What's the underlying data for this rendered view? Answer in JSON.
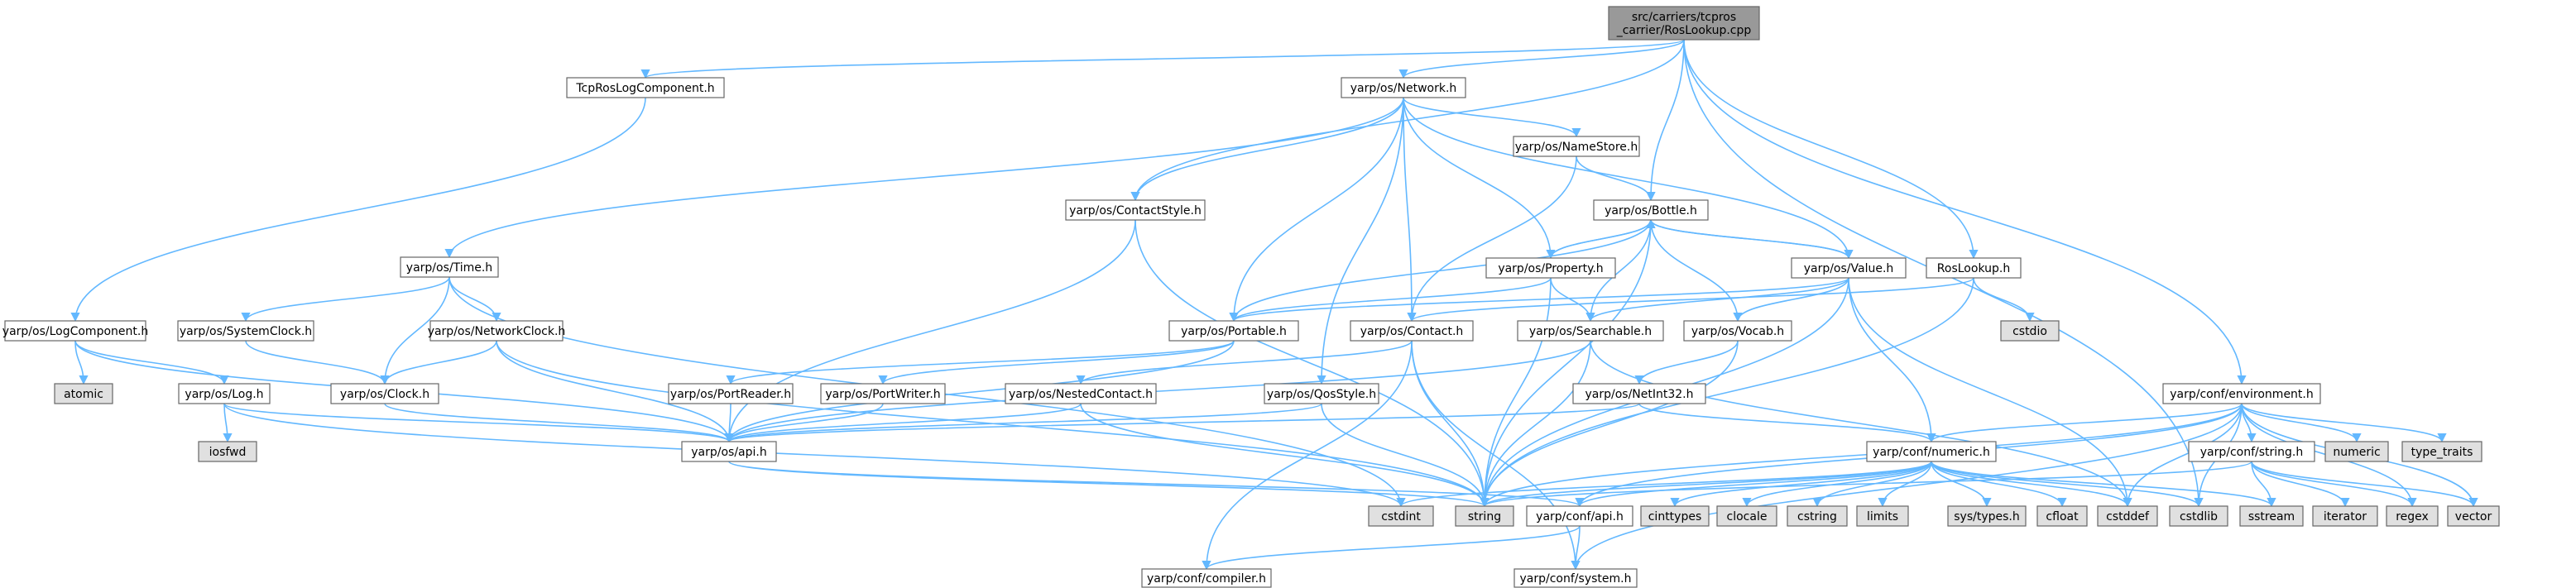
{
  "colors": {
    "background": "#ffffff",
    "edge": "#63b8ff",
    "node_fill": "#ffffff",
    "node_stroke": "#666666",
    "root_fill": "#999999",
    "external_fill": "#e0e0e0",
    "highlight_stroke": "#ff0000"
  },
  "nodes": [
    {
      "id": "root",
      "lines": [
        "src/carriers/tcpros",
        "_carrier/RosLookup.cpp"
      ],
      "kind": "root"
    },
    {
      "id": "tcp_ros_log",
      "lines": [
        "TcpRosLogComponent.h"
      ],
      "kind": "file"
    },
    {
      "id": "network",
      "lines": [
        "yarp/os/Network.h"
      ],
      "kind": "file"
    },
    {
      "id": "log_component",
      "lines": [
        "yarp/os/LogComponent.h"
      ],
      "kind": "file"
    },
    {
      "id": "atomic",
      "lines": [
        "atomic"
      ],
      "kind": "external"
    },
    {
      "id": "log",
      "lines": [
        "yarp/os/Log.h"
      ],
      "kind": "highlight"
    },
    {
      "id": "iosfwd",
      "lines": [
        "iosfwd"
      ],
      "kind": "external"
    },
    {
      "id": "time",
      "lines": [
        "yarp/os/Time.h"
      ],
      "kind": "file"
    },
    {
      "id": "system_clock",
      "lines": [
        "yarp/os/SystemClock.h"
      ],
      "kind": "file"
    },
    {
      "id": "network_clock",
      "lines": [
        "yarp/os/NetworkClock.h"
      ],
      "kind": "file"
    },
    {
      "id": "clock",
      "lines": [
        "yarp/os/Clock.h"
      ],
      "kind": "file"
    },
    {
      "id": "contact_style",
      "lines": [
        "yarp/os/ContactStyle.h"
      ],
      "kind": "file"
    },
    {
      "id": "name_store",
      "lines": [
        "yarp/os/NameStore.h"
      ],
      "kind": "file"
    },
    {
      "id": "bottle",
      "lines": [
        "yarp/os/Bottle.h"
      ],
      "kind": "file"
    },
    {
      "id": "property",
      "lines": [
        "yarp/os/Property.h"
      ],
      "kind": "file"
    },
    {
      "id": "value",
      "lines": [
        "yarp/os/Value.h"
      ],
      "kind": "file"
    },
    {
      "id": "ros_lookup",
      "lines": [
        "RosLookup.h"
      ],
      "kind": "file"
    },
    {
      "id": "cstdio",
      "lines": [
        "cstdio"
      ],
      "kind": "external"
    },
    {
      "id": "portable",
      "lines": [
        "yarp/os/Portable.h"
      ],
      "kind": "file"
    },
    {
      "id": "contact",
      "lines": [
        "yarp/os/Contact.h"
      ],
      "kind": "file"
    },
    {
      "id": "searchable",
      "lines": [
        "yarp/os/Searchable.h"
      ],
      "kind": "file"
    },
    {
      "id": "vocab",
      "lines": [
        "yarp/os/Vocab.h"
      ],
      "kind": "file"
    },
    {
      "id": "port_reader",
      "lines": [
        "yarp/os/PortReader.h"
      ],
      "kind": "file"
    },
    {
      "id": "port_writer",
      "lines": [
        "yarp/os/PortWriter.h"
      ],
      "kind": "file"
    },
    {
      "id": "nested_contact",
      "lines": [
        "yarp/os/NestedContact.h"
      ],
      "kind": "file"
    },
    {
      "id": "qos_style",
      "lines": [
        "yarp/os/QosStyle.h"
      ],
      "kind": "file"
    },
    {
      "id": "netint32",
      "lines": [
        "yarp/os/NetInt32.h"
      ],
      "kind": "file"
    },
    {
      "id": "os_api",
      "lines": [
        "yarp/os/api.h"
      ],
      "kind": "file"
    },
    {
      "id": "environment",
      "lines": [
        "yarp/conf/environment.h"
      ],
      "kind": "file"
    },
    {
      "id": "conf_string",
      "lines": [
        "yarp/conf/string.h"
      ],
      "kind": "file"
    },
    {
      "id": "numeric_std",
      "lines": [
        "numeric"
      ],
      "kind": "external"
    },
    {
      "id": "type_traits",
      "lines": [
        "type_traits"
      ],
      "kind": "external"
    },
    {
      "id": "conf_numeric",
      "lines": [
        "yarp/conf/numeric.h"
      ],
      "kind": "file"
    },
    {
      "id": "cstdint",
      "lines": [
        "cstdint"
      ],
      "kind": "external"
    },
    {
      "id": "string",
      "lines": [
        "string"
      ],
      "kind": "external"
    },
    {
      "id": "conf_api",
      "lines": [
        "yarp/conf/api.h"
      ],
      "kind": "file"
    },
    {
      "id": "cinttypes",
      "lines": [
        "cinttypes"
      ],
      "kind": "external"
    },
    {
      "id": "clocale",
      "lines": [
        "clocale"
      ],
      "kind": "external"
    },
    {
      "id": "cstring",
      "lines": [
        "cstring"
      ],
      "kind": "external"
    },
    {
      "id": "limits",
      "lines": [
        "limits"
      ],
      "kind": "external"
    },
    {
      "id": "sys_types",
      "lines": [
        "sys/types.h"
      ],
      "kind": "external"
    },
    {
      "id": "cfloat",
      "lines": [
        "cfloat"
      ],
      "kind": "external"
    },
    {
      "id": "cstddef",
      "lines": [
        "cstddef"
      ],
      "kind": "external"
    },
    {
      "id": "cstdlib",
      "lines": [
        "cstdlib"
      ],
      "kind": "external"
    },
    {
      "id": "sstream",
      "lines": [
        "sstream"
      ],
      "kind": "external"
    },
    {
      "id": "iterator",
      "lines": [
        "iterator"
      ],
      "kind": "external"
    },
    {
      "id": "regex",
      "lines": [
        "regex"
      ],
      "kind": "external"
    },
    {
      "id": "vector",
      "lines": [
        "vector"
      ],
      "kind": "external"
    },
    {
      "id": "compiler",
      "lines": [
        "yarp/conf/compiler.h"
      ],
      "kind": "file"
    },
    {
      "id": "system",
      "lines": [
        "yarp/conf/system.h"
      ],
      "kind": "file"
    }
  ],
  "edges": [
    [
      "root",
      "tcp_ros_log"
    ],
    [
      "root",
      "network"
    ],
    [
      "root",
      "contact_style"
    ],
    [
      "root",
      "bottle"
    ],
    [
      "root",
      "ros_lookup"
    ],
    [
      "root",
      "environment"
    ],
    [
      "root",
      "cstdlib"
    ],
    [
      "tcp_ros_log",
      "log_component"
    ],
    [
      "log_component",
      "atomic"
    ],
    [
      "log_component",
      "log"
    ],
    [
      "log_component",
      "os_api"
    ],
    [
      "log",
      "iosfwd"
    ],
    [
      "log",
      "os_api"
    ],
    [
      "log",
      "cstdint"
    ],
    [
      "network",
      "time"
    ],
    [
      "network",
      "contact_style"
    ],
    [
      "network",
      "name_store"
    ],
    [
      "network",
      "portable"
    ],
    [
      "network",
      "contact"
    ],
    [
      "network",
      "property"
    ],
    [
      "network",
      "value"
    ],
    [
      "network",
      "qos_style"
    ],
    [
      "time",
      "system_clock"
    ],
    [
      "time",
      "network_clock"
    ],
    [
      "time",
      "clock"
    ],
    [
      "time",
      "cstdint"
    ],
    [
      "system_clock",
      "clock"
    ],
    [
      "network_clock",
      "clock"
    ],
    [
      "network_clock",
      "os_api"
    ],
    [
      "network_clock",
      "string"
    ],
    [
      "clock",
      "os_api"
    ],
    [
      "contact_style",
      "os_api"
    ],
    [
      "contact_style",
      "string"
    ],
    [
      "name_store",
      "bottle"
    ],
    [
      "name_store",
      "contact"
    ],
    [
      "bottle",
      "property"
    ],
    [
      "bottle",
      "value"
    ],
    [
      "bottle",
      "portable"
    ],
    [
      "bottle",
      "searchable"
    ],
    [
      "bottle",
      "vocab"
    ],
    [
      "bottle",
      "string"
    ],
    [
      "property",
      "bottle"
    ],
    [
      "property",
      "portable"
    ],
    [
      "property",
      "searchable"
    ],
    [
      "property",
      "string"
    ],
    [
      "value",
      "bottle"
    ],
    [
      "value",
      "portable"
    ],
    [
      "value",
      "searchable"
    ],
    [
      "value",
      "vocab"
    ],
    [
      "value",
      "conf_numeric"
    ],
    [
      "value",
      "string"
    ],
    [
      "value",
      "cstddef"
    ],
    [
      "ros_lookup",
      "cstdio"
    ],
    [
      "ros_lookup",
      "contact"
    ],
    [
      "ros_lookup",
      "string"
    ],
    [
      "portable",
      "port_reader"
    ],
    [
      "portable",
      "port_writer"
    ],
    [
      "portable",
      "os_api"
    ],
    [
      "contact",
      "nested_contact"
    ],
    [
      "contact",
      "string"
    ],
    [
      "contact",
      "compiler"
    ],
    [
      "contact",
      "system"
    ],
    [
      "searchable",
      "os_api"
    ],
    [
      "searchable",
      "string"
    ],
    [
      "searchable",
      "cstddef"
    ],
    [
      "vocab",
      "netint32"
    ],
    [
      "vocab",
      "string"
    ],
    [
      "port_reader",
      "os_api"
    ],
    [
      "port_writer",
      "os_api"
    ],
    [
      "nested_contact",
      "os_api"
    ],
    [
      "nested_contact",
      "string"
    ],
    [
      "qos_style",
      "os_api"
    ],
    [
      "qos_style",
      "string"
    ],
    [
      "netint32",
      "os_api"
    ],
    [
      "netint32",
      "conf_numeric"
    ],
    [
      "os_api",
      "conf_api"
    ],
    [
      "os_api",
      "string"
    ],
    [
      "environment",
      "conf_string"
    ],
    [
      "environment",
      "numeric_std"
    ],
    [
      "environment",
      "type_traits"
    ],
    [
      "environment",
      "conf_numeric"
    ],
    [
      "environment",
      "string"
    ],
    [
      "environment",
      "cstddef"
    ],
    [
      "environment",
      "cstdlib"
    ],
    [
      "environment",
      "regex"
    ],
    [
      "environment",
      "vector"
    ],
    [
      "environment",
      "system"
    ],
    [
      "environment",
      "conf_api"
    ],
    [
      "conf_string",
      "string"
    ],
    [
      "conf_string",
      "sstream"
    ],
    [
      "conf_string",
      "iterator"
    ],
    [
      "conf_string",
      "regex"
    ],
    [
      "conf_string",
      "vector"
    ],
    [
      "conf_numeric",
      "conf_api"
    ],
    [
      "conf_numeric",
      "cinttypes"
    ],
    [
      "conf_numeric",
      "clocale"
    ],
    [
      "conf_numeric",
      "cstring"
    ],
    [
      "conf_numeric",
      "limits"
    ],
    [
      "conf_numeric",
      "sys_types"
    ],
    [
      "conf_numeric",
      "cfloat"
    ],
    [
      "conf_numeric",
      "cstddef"
    ],
    [
      "conf_numeric",
      "cstdlib"
    ],
    [
      "conf_numeric",
      "sstream"
    ],
    [
      "conf_numeric",
      "string"
    ],
    [
      "conf_numeric",
      "cstdint"
    ],
    [
      "conf_api",
      "compiler"
    ],
    [
      "conf_api",
      "system"
    ]
  ]
}
